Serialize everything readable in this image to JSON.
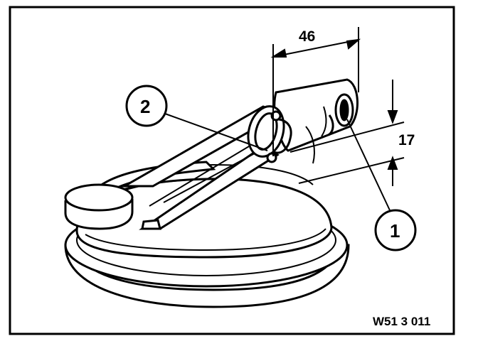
{
  "figure": {
    "reference_code": "W51 3 011",
    "dimensions": {
      "length_label": "46",
      "offset_label": "17"
    },
    "callouts": [
      {
        "id": "callout-1",
        "label": "1"
      },
      {
        "id": "callout-2",
        "label": "2"
      }
    ],
    "colors": {
      "ink": "#000000",
      "paper": "#ffffff"
    }
  }
}
